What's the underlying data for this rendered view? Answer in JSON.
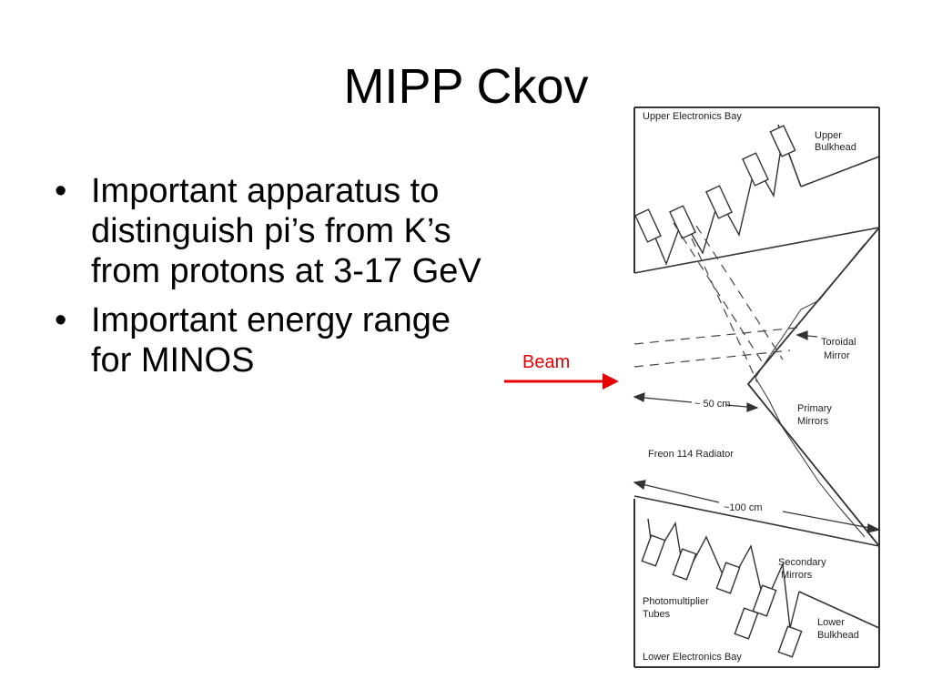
{
  "slide": {
    "title": "MIPP Ckov",
    "bullets": [
      "Important apparatus to distinguish pi’s from K’s from protons at 3-17 GeV",
      "Important energy range for MINOS"
    ],
    "beam_label": "Beam",
    "beam_color": "#e60000"
  },
  "diagram": {
    "labels": {
      "upper_bay": "Upper Electronics Bay",
      "upper_bulkhead_1": "Upper",
      "upper_bulkhead_2": "Bulkhead",
      "toroidal_1": "Toroidal",
      "toroidal_2": "Mirror",
      "dim_50": "~ 50 cm",
      "primary_1": "Primary",
      "primary_2": "Mirrors",
      "radiator": "Freon 114 Radiator",
      "dim_100": "~100 cm",
      "secondary_1": "Secondary",
      "secondary_2": "Mirrors",
      "pmt_1": "Photomultiplier",
      "pmt_2": "Tubes",
      "lower_bulkhead_1": "Lower",
      "lower_bulkhead_2": "Bulkhead",
      "lower_bay": "Lower Electronics Bay"
    }
  }
}
